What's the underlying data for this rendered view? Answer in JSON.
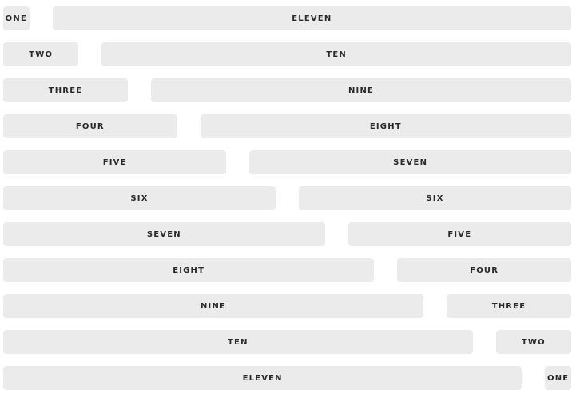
{
  "colors": {
    "cell_bg": "#ebebeb",
    "text": "#2a2a2a",
    "page_bg": "#ffffff"
  },
  "rows": [
    {
      "left": {
        "label": "ONE",
        "span": 1
      },
      "right": {
        "label": "ELEVEN",
        "span": 11
      }
    },
    {
      "left": {
        "label": "TWO",
        "span": 2
      },
      "right": {
        "label": "TEN",
        "span": 10
      }
    },
    {
      "left": {
        "label": "THREE",
        "span": 3
      },
      "right": {
        "label": "NINE",
        "span": 9
      }
    },
    {
      "left": {
        "label": "FOUR",
        "span": 4
      },
      "right": {
        "label": "EIGHT",
        "span": 8
      }
    },
    {
      "left": {
        "label": "FIVE",
        "span": 5
      },
      "right": {
        "label": "SEVEN",
        "span": 7
      }
    },
    {
      "left": {
        "label": "SIX",
        "span": 6
      },
      "right": {
        "label": "SIX",
        "span": 6
      }
    },
    {
      "left": {
        "label": "SEVEN",
        "span": 7
      },
      "right": {
        "label": "FIVE",
        "span": 5
      }
    },
    {
      "left": {
        "label": "EIGHT",
        "span": 8
      },
      "right": {
        "label": "FOUR",
        "span": 4
      }
    },
    {
      "left": {
        "label": "NINE",
        "span": 9
      },
      "right": {
        "label": "THREE",
        "span": 3
      }
    },
    {
      "left": {
        "label": "TEN",
        "span": 10
      },
      "right": {
        "label": "TWO",
        "span": 2
      }
    },
    {
      "left": {
        "label": "ELEVEN",
        "span": 11
      },
      "right": {
        "label": "ONE",
        "span": 1
      }
    }
  ]
}
